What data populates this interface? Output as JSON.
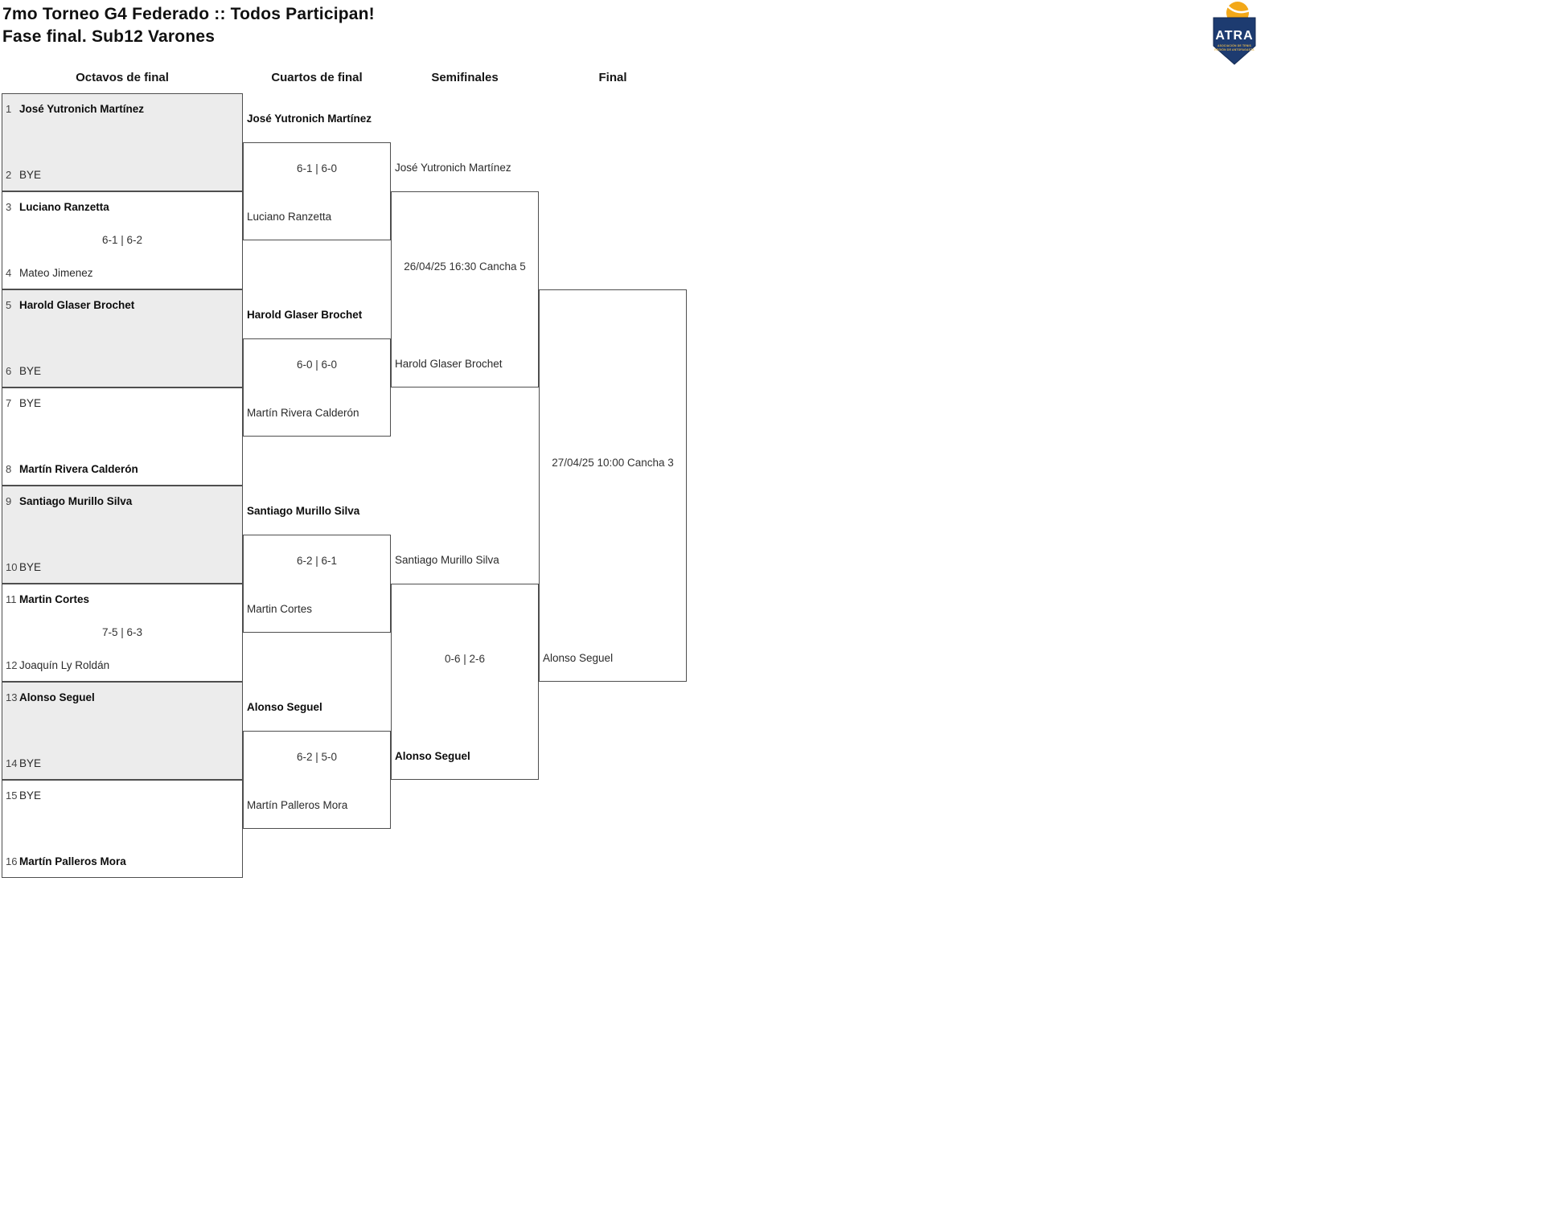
{
  "title": "7mo Torneo G4 Federado :: Todos Participan!",
  "subtitle": "Fase final. Sub12 Varones",
  "logo": {
    "name": "ATRA",
    "line1": "ASOCIACIÓN DE TENIS",
    "line2": "REGIÓN DE ANTOFAGASTA"
  },
  "round_headers": [
    "Octavos de final",
    "Cuartos de final",
    "Semifinales",
    "Final"
  ],
  "bracket": {
    "round_of_16": [
      {
        "seed": "1",
        "name": "José Yutronich Martínez",
        "winner": true
      },
      {
        "seed": "2",
        "name": "BYE",
        "winner": false
      },
      {
        "seed": "3",
        "name": "Luciano Ranzetta",
        "winner": true
      },
      {
        "seed": "4",
        "name": "Mateo Jimenez",
        "winner": false
      },
      {
        "seed": "5",
        "name": "Harold Glaser Brochet",
        "winner": true
      },
      {
        "seed": "6",
        "name": "BYE",
        "winner": false
      },
      {
        "seed": "7",
        "name": "BYE",
        "winner": false
      },
      {
        "seed": "8",
        "name": "Martín Rivera Calderón",
        "winner": true
      },
      {
        "seed": "9",
        "name": "Santiago Murillo Silva",
        "winner": true
      },
      {
        "seed": "10",
        "name": "BYE",
        "winner": false
      },
      {
        "seed": "11",
        "name": "Martin Cortes",
        "winner": true
      },
      {
        "seed": "12",
        "name": "Joaquín Ly Roldán",
        "winner": false
      },
      {
        "seed": "13",
        "name": "Alonso Seguel",
        "winner": true
      },
      {
        "seed": "14",
        "name": "BYE",
        "winner": false
      },
      {
        "seed": "15",
        "name": "BYE",
        "winner": false
      },
      {
        "seed": "16",
        "name": "Martín Palleros Mora",
        "winner": true
      }
    ],
    "round_of_16_scores": {
      "1": "6-1 | 6-2",
      "5": "7-5 | 6-3"
    },
    "quarterfinals": [
      {
        "top": {
          "name": "José Yutronich Martínez",
          "winner": true
        },
        "bottom": {
          "name": "Luciano Ranzetta",
          "winner": false
        },
        "center": "6-1 | 6-0"
      },
      {
        "top": {
          "name": "Harold Glaser Brochet",
          "winner": true
        },
        "bottom": {
          "name": "Martín Rivera Calderón",
          "winner": false
        },
        "center": "6-0 | 6-0"
      },
      {
        "top": {
          "name": "Santiago Murillo Silva",
          "winner": true
        },
        "bottom": {
          "name": "Martin Cortes",
          "winner": false
        },
        "center": "6-2 | 6-1"
      },
      {
        "top": {
          "name": "Alonso Seguel",
          "winner": true
        },
        "bottom": {
          "name": "Martín Palleros Mora",
          "winner": false
        },
        "center": "6-2 | 5-0"
      }
    ],
    "semifinals": [
      {
        "top": {
          "name": "José Yutronich Martínez",
          "winner": false
        },
        "bottom": {
          "name": "Harold Glaser Brochet",
          "winner": false
        },
        "center": "26/04/25 16:30 Cancha 5"
      },
      {
        "top": {
          "name": "Santiago Murillo Silva",
          "winner": false
        },
        "bottom": {
          "name": "Alonso Seguel",
          "winner": true
        },
        "center": "0-6 | 2-6"
      }
    ],
    "final": {
      "top": {
        "name": "",
        "winner": false
      },
      "bottom": {
        "name": "Alonso Seguel",
        "winner": false
      },
      "center": "27/04/25 10:00 Cancha 3"
    }
  }
}
